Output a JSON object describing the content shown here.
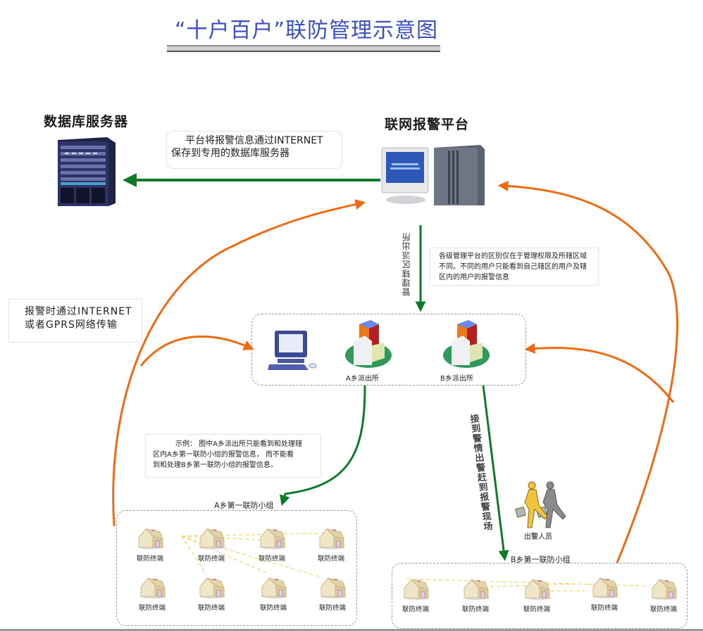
{
  "title": "“十户百户”联防管理示意图",
  "nodes": {
    "database_server": {
      "label": "数据库服务器",
      "icon": "server-rack-icon"
    },
    "alarm_platform": {
      "label": "联网报警平台",
      "icon": "desktop-computer-icon"
    },
    "police_stations": {
      "computer_icon": "workstation-icon",
      "a_station": {
        "label": "A乡派出所",
        "icon": "police-station-icon"
      },
      "b_station": {
        "label": "B乡派出所",
        "icon": "police-station-icon"
      }
    },
    "police_officers": {
      "label": "出警人员",
      "icon": "running-officers-icon"
    }
  },
  "notes": {
    "db_storage": [
      "平台将报警信息通过INTERNET",
      "保存到专用的数据库服务器"
    ],
    "transmission": [
      "报警时通过INTERNET",
      "或者GPRS网络传输"
    ],
    "management": [
      "各级管理平台的区别仅在于管理权限及所辖区域",
      "不同。不同的用户只能看到自己辖区的用户及辖",
      "区内的用户的报警信息"
    ],
    "example": [
      "示例：  图中A乡派出所只能看到和处理辖",
      "区内A乡第一联防小组的报警信息，  而不能看",
      "到和处理B乡第一联防小组的报警信息。"
    ]
  },
  "arrow_labels": {
    "manage_jurisdiction": "管理辖区派出所",
    "dispatch": "接到警情出警赶到报警现场"
  },
  "groups": {
    "a_group": {
      "label": "A乡第一联防小组",
      "terminals": [
        "联防终端",
        "联防终端",
        "联防终端",
        "联防终端",
        "联防终端",
        "联防终端",
        "联防终端",
        "联防终端"
      ]
    },
    "b_group": {
      "label": "B乡第一联防小组",
      "terminals": [
        "联防终端",
        "联防终端",
        "联防终端",
        "联防终端",
        "联防终端"
      ]
    }
  },
  "colors": {
    "title": "#3a4fc4",
    "green_arrow": "#0f7a2a",
    "orange_arrow": "#ef6a12",
    "dash": "#999999"
  }
}
